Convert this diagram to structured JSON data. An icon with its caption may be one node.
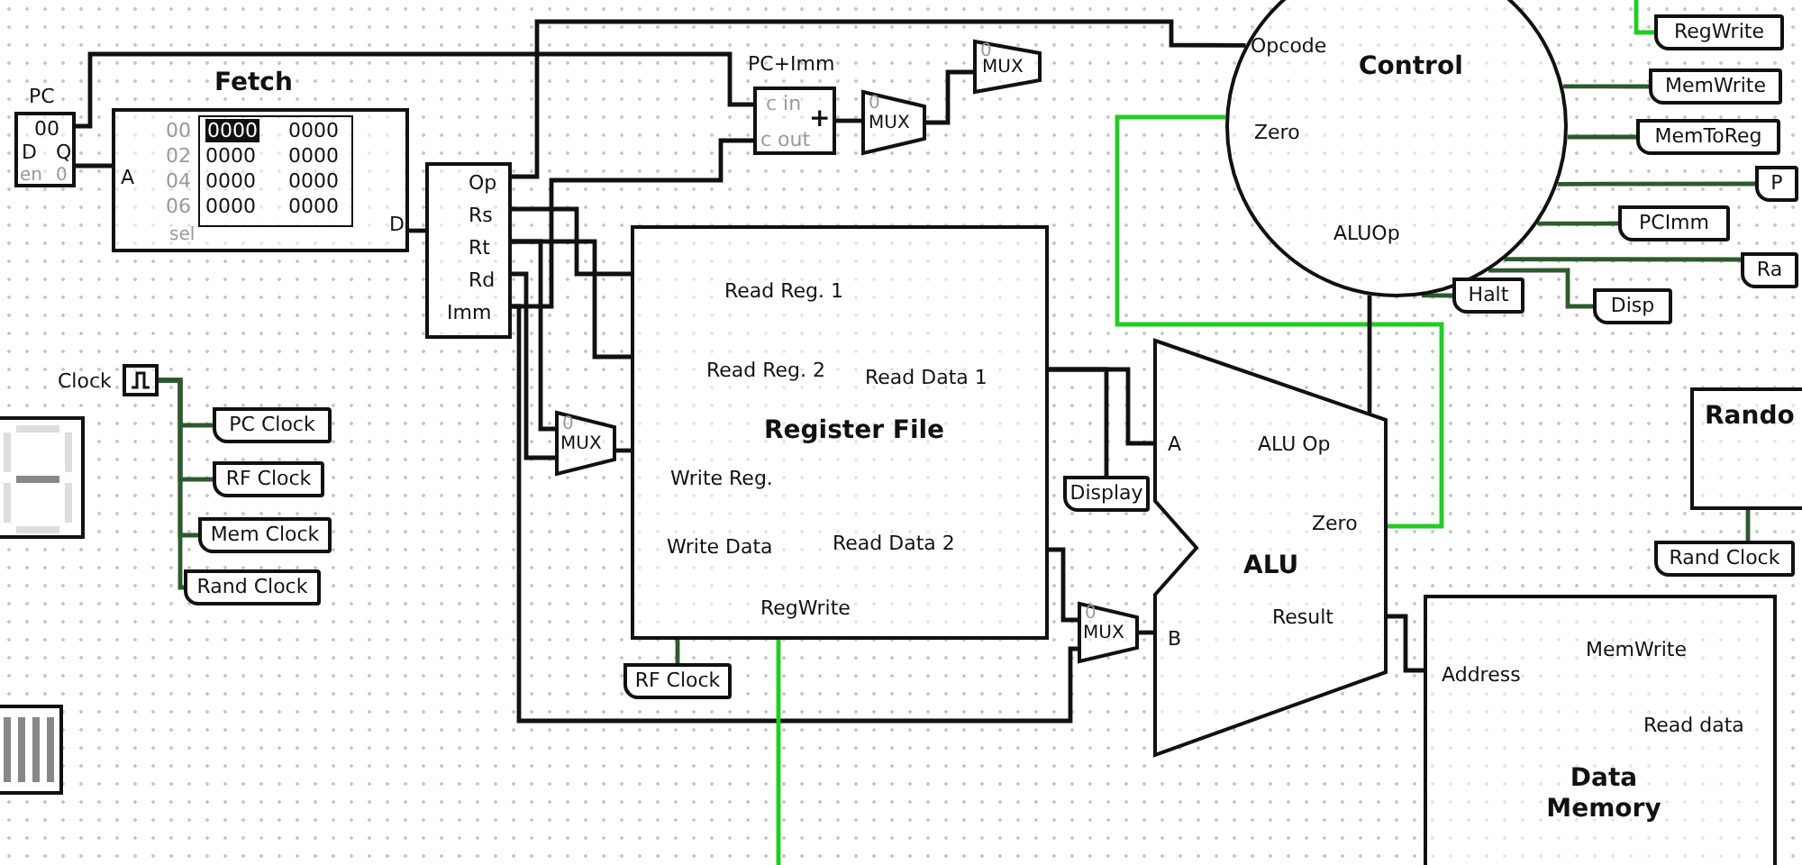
{
  "diagram": {
    "nodes": [
      {
        "text": [
          "PC",
          "00",
          "D",
          "Q",
          "en",
          "0"
        ]
      },
      {
        "text": [
          "Fetch",
          "A",
          "D",
          "00",
          "0000",
          "0000",
          "02",
          "0000",
          "0000",
          "04",
          "0000",
          "0000",
          "06",
          "0000",
          "0000",
          "sel"
        ]
      },
      {
        "text": [
          "Op",
          "Rs",
          "Rt",
          "Rd",
          "Imm"
        ]
      },
      {
        "text": [
          "Clock"
        ]
      },
      {
        "text": [
          "PC Clock"
        ]
      },
      {
        "text": [
          "RF Clock"
        ]
      },
      {
        "text": [
          "Mem Clock"
        ]
      },
      {
        "text": [
          "Rand Clock"
        ]
      },
      {
        "text": [
          "PC+Imm",
          "c in",
          "+",
          "c out"
        ]
      },
      {
        "text": [
          "0",
          "MUX"
        ]
      },
      {
        "text": [
          "0",
          "MUX"
        ]
      },
      {
        "text": [
          "0",
          "MUX"
        ]
      },
      {
        "text": [
          "Read Reg. 1",
          "Read Reg. 2",
          "Read Data 1",
          "Register File",
          "Write Reg.",
          "Write Data",
          "Read Data 2",
          "RegWrite"
        ]
      },
      {
        "text": [
          "RF Clock"
        ]
      },
      {
        "text": [
          "Display"
        ]
      },
      {
        "text": [
          "0",
          "MUX"
        ]
      },
      {
        "text": [
          "ALU Op",
          "A",
          "Zero",
          "ALU",
          "Result",
          "B"
        ]
      },
      {
        "text": [
          "Opcode",
          "Control",
          "Zero",
          "ALUOp"
        ]
      },
      {
        "text": [
          "RegWrite"
        ]
      },
      {
        "text": [
          "MemWrite"
        ]
      },
      {
        "text": [
          "MemToReg"
        ]
      },
      {
        "text": [
          "P"
        ]
      },
      {
        "text": [
          "PCImm"
        ]
      },
      {
        "text": [
          "Ra"
        ]
      },
      {
        "text": [
          "Disp"
        ]
      },
      {
        "text": [
          "Halt"
        ]
      },
      {
        "text": [
          "Rando"
        ]
      },
      {
        "text": [
          "Rand Clock"
        ]
      },
      {
        "text": [
          "Address",
          "MemWrite",
          "Read data",
          "Data Memory"
        ]
      }
    ],
    "edges": [
      {
        "from": 0,
        "to": 1,
        "arrow": "none"
      },
      {
        "from": 1,
        "to": 2,
        "arrow": "none"
      },
      {
        "from": 2,
        "to": 17,
        "arrow": "none"
      },
      {
        "from": 2,
        "to": 12,
        "arrow": "none"
      },
      {
        "from": 2,
        "to": 12,
        "arrow": "none"
      },
      {
        "from": 2,
        "to": 11,
        "arrow": "none"
      },
      {
        "from": 2,
        "to": 11,
        "arrow": "none"
      },
      {
        "from": 11,
        "to": 12,
        "arrow": "none"
      },
      {
        "from": 2,
        "to": 15,
        "arrow": "none"
      },
      {
        "from": 2,
        "to": 8,
        "arrow": "none"
      },
      {
        "from": 0,
        "to": 8,
        "arrow": "none"
      },
      {
        "from": 8,
        "to": 9,
        "arrow": "none"
      },
      {
        "from": 9,
        "to": 10,
        "arrow": "none"
      },
      {
        "from": 12,
        "to": 16,
        "arrow": "none"
      },
      {
        "from": 12,
        "to": 14,
        "arrow": "none"
      },
      {
        "from": 12,
        "to": 15,
        "arrow": "none"
      },
      {
        "from": 15,
        "to": 16,
        "arrow": "none"
      },
      {
        "from": 16,
        "to": 17,
        "arrow": "none",
        "color": "#22cc22"
      },
      {
        "from": 17,
        "to": 16,
        "arrow": "none"
      },
      {
        "from": 16,
        "to": 28,
        "arrow": "none"
      },
      {
        "from": 3,
        "to": 4,
        "arrow": "none",
        "color": "#2d5a2d"
      },
      {
        "from": 3,
        "to": 5,
        "arrow": "none",
        "color": "#2d5a2d"
      },
      {
        "from": 3,
        "to": 6,
        "arrow": "none",
        "color": "#2d5a2d"
      },
      {
        "from": 3,
        "to": 7,
        "arrow": "none",
        "color": "#2d5a2d"
      },
      {
        "from": 13,
        "to": 12,
        "arrow": "none",
        "color": "#2d5a2d"
      },
      {
        "from": 27,
        "to": 26,
        "arrow": "none",
        "color": "#2d5a2d"
      },
      {
        "from": null,
        "to": 18,
        "arrow": "none",
        "color": "#22cc22"
      },
      {
        "from": 17,
        "to": 19,
        "arrow": "none",
        "color": "#2d5a2d"
      },
      {
        "from": 17,
        "to": 20,
        "arrow": "none",
        "color": "#2d5a2d"
      },
      {
        "from": 17,
        "to": 21,
        "arrow": "none",
        "color": "#2d5a2d"
      },
      {
        "from": 17,
        "to": 22,
        "arrow": "none",
        "color": "#2d5a2d"
      },
      {
        "from": 17,
        "to": 23,
        "arrow": "none",
        "color": "#2d5a2d"
      },
      {
        "from": 17,
        "to": 24,
        "arrow": "none",
        "color": "#2d5a2d"
      },
      {
        "from": 17,
        "to": 25,
        "arrow": "none",
        "color": "#2d5a2d"
      },
      {
        "from": 12,
        "to": null,
        "arrow": "none",
        "color": "#22cc22"
      }
    ]
  }
}
